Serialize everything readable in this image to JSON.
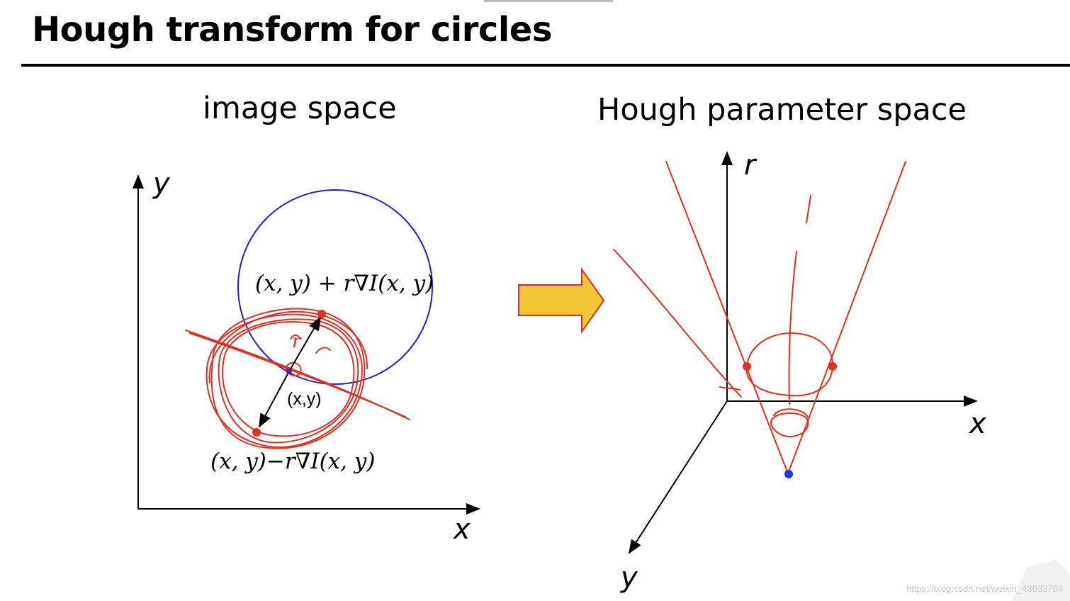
{
  "title": "Hough transform for circles",
  "left_panel": {
    "label": "image space",
    "axis_x": "x",
    "axis_y": "y",
    "formula_plus": "(x, y) + r∇I(x, y)",
    "formula_minus": "(x, y)−r∇I(x, y)",
    "point_label": "(x,y)",
    "annotation_r": "r"
  },
  "right_panel": {
    "label": "Hough parameter space",
    "axis_x": "x",
    "axis_y": "y",
    "axis_r": "r"
  },
  "watermark": "https://blog.csdn.net/weixin_43633784",
  "colors": {
    "circle_blue": "#2222cc",
    "annotation_red": "#e03020",
    "arrow_fill": "#f2c633",
    "arrow_stroke": "#e03020",
    "point_blue": "#1a3fe0"
  }
}
